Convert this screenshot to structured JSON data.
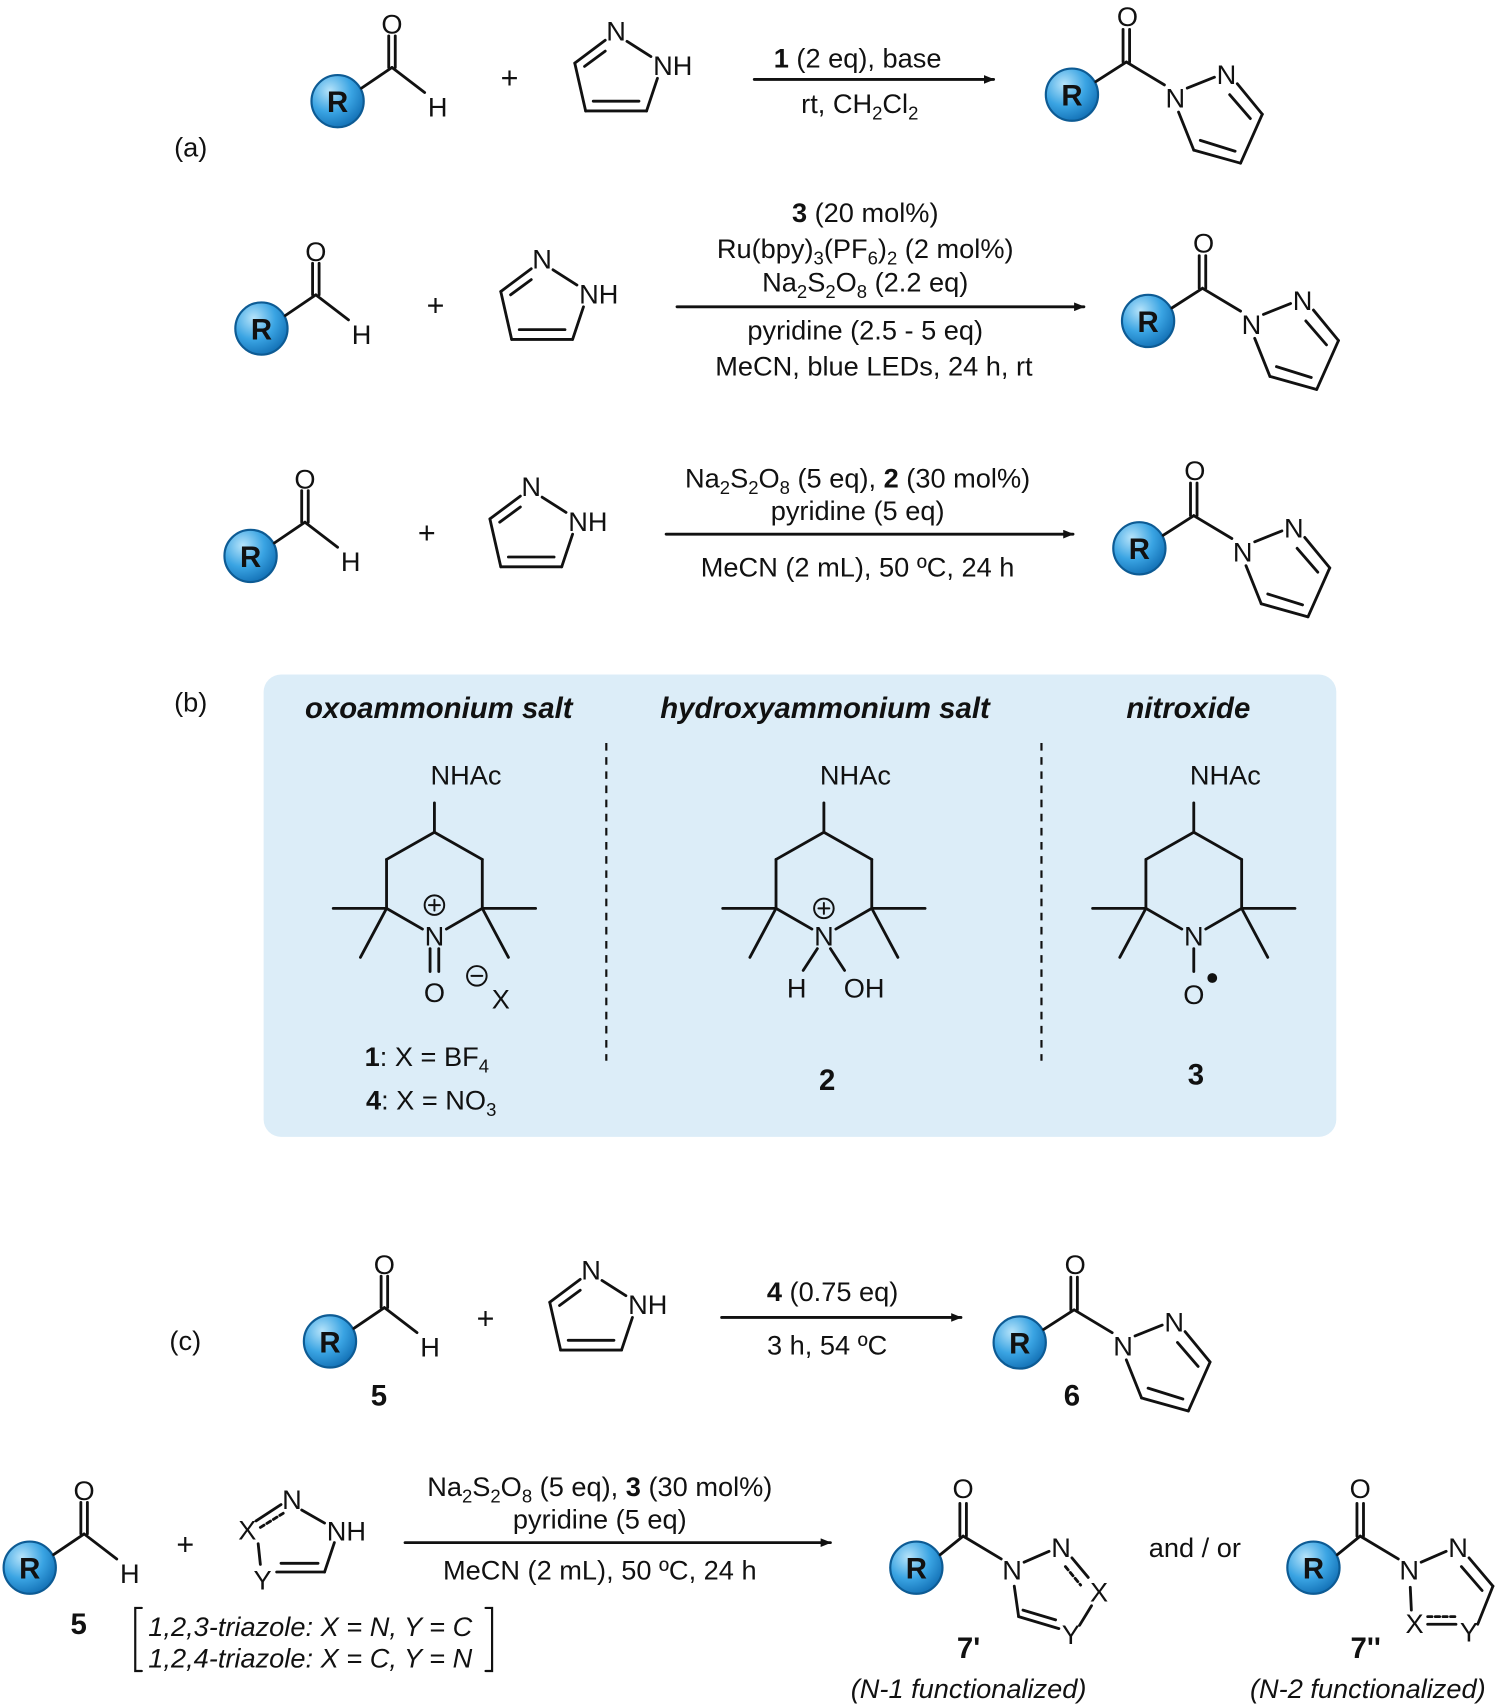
{
  "atoms": {
    "R": "R",
    "O": "O",
    "H": "H",
    "N": "N",
    "NH": "NH",
    "OH": "OH",
    "X": "X",
    "Y": "Y",
    "NHAc": "NHAc",
    "plus": "+"
  },
  "colors": {
    "ball": "#1e8fd6",
    "ball_highlight": "#a8dcf7",
    "panel": "#dcedf8"
  },
  "panel_a": {
    "label": "(a)",
    "reactions": [
      {
        "above": [
          [
            [
              "1",
              "b"
            ],
            [
              " (2 eq), base",
              ""
            ]
          ]
        ],
        "below": [
          [
            [
              "rt, CH",
              ""
            ],
            [
              "2",
              "s"
            ],
            [
              "Cl",
              ""
            ],
            [
              "2",
              "s"
            ]
          ]
        ]
      },
      {
        "above": [
          [
            [
              "3",
              "b"
            ],
            [
              " (20 mol%)",
              ""
            ]
          ],
          [
            [
              "Ru(bpy)",
              ""
            ],
            [
              "3",
              "s"
            ],
            [
              "(PF",
              ""
            ],
            [
              "6",
              "s"
            ],
            [
              ")",
              ""
            ],
            [
              "2",
              "s"
            ],
            [
              " (2 mol%)",
              ""
            ]
          ],
          [
            [
              "Na",
              ""
            ],
            [
              "2",
              "s"
            ],
            [
              "S",
              ""
            ],
            [
              "2",
              "s"
            ],
            [
              "O",
              ""
            ],
            [
              "8",
              "s"
            ],
            [
              " (2.2 eq)",
              ""
            ]
          ]
        ],
        "below": [
          [
            [
              "pyridine (2.5 - 5 eq)",
              ""
            ]
          ],
          [
            [
              "MeCN, blue LEDs, 24 h, rt",
              ""
            ]
          ]
        ]
      },
      {
        "above": [
          [
            [
              "Na",
              ""
            ],
            [
              "2",
              "s"
            ],
            [
              "S",
              ""
            ],
            [
              "2",
              "s"
            ],
            [
              "O",
              ""
            ],
            [
              "8",
              "s"
            ],
            [
              " (5 eq), ",
              ""
            ],
            [
              "2",
              "b"
            ],
            [
              " (30 mol%)",
              ""
            ]
          ],
          [
            [
              "pyridine (5 eq)",
              ""
            ]
          ]
        ],
        "below": [
          [
            [
              "MeCN (2 mL), 50 ºC, 24 h",
              ""
            ]
          ]
        ]
      }
    ]
  },
  "panel_b": {
    "label": "(b)",
    "headers": [
      "oxoammonium salt",
      "hydroxyammonium salt",
      "nitroxide"
    ],
    "compound1_labels": [
      [
        [
          "1",
          "b"
        ],
        [
          ": X = BF",
          ""
        ],
        [
          "4",
          "s"
        ]
      ],
      [
        [
          "4",
          "b"
        ],
        [
          ": X = NO",
          ""
        ],
        [
          "3",
          "s"
        ]
      ]
    ],
    "compound2_label": "2",
    "compound3_label": "3"
  },
  "panel_c": {
    "label": "(c)",
    "reaction1": {
      "above": [
        [
          [
            "4",
            "b"
          ],
          [
            " (0.75 eq)",
            ""
          ]
        ]
      ],
      "below": [
        [
          [
            "3 h, 54 ºC",
            ""
          ]
        ]
      ],
      "reactant_label": "5",
      "product_label": "6"
    },
    "reaction2": {
      "above": [
        [
          [
            "Na",
            ""
          ],
          [
            "2",
            "s"
          ],
          [
            "S",
            ""
          ],
          [
            "2",
            "s"
          ],
          [
            "O",
            ""
          ],
          [
            "8",
            "s"
          ],
          [
            " (5 eq), ",
            ""
          ],
          [
            "3",
            "b"
          ],
          [
            " (30 mol%)",
            ""
          ]
        ],
        [
          [
            "pyridine (5 eq)",
            ""
          ]
        ]
      ],
      "below": [
        [
          [
            "MeCN (2 mL), 50 ºC, 24 h",
            ""
          ]
        ]
      ],
      "reactant_label": "5",
      "triazole_notes": [
        "1,2,3-triazole: X = N, Y = C",
        "1,2,4-triazole: X = C, Y = N"
      ],
      "connector": "and / or",
      "product1_label": "7'",
      "product1_note": "(N-1 functionalized)",
      "product2_label": "7''",
      "product2_note": "(N-2 functionalized)"
    }
  }
}
